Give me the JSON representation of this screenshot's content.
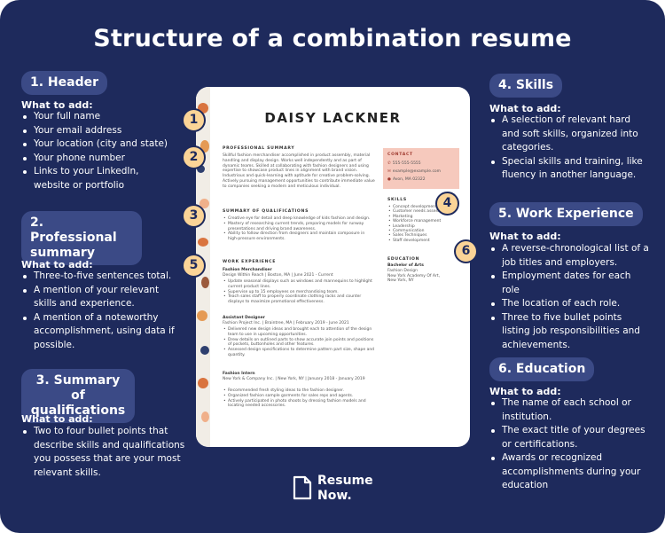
{
  "title": "Structure of a combination resume",
  "sections": {
    "header": {
      "heading": "1. Header",
      "what_label": "What to add:",
      "items": [
        "Your full name",
        "Your email address",
        "Your location (city and state)",
        "Your phone number",
        "Links to your LinkedIn, website or portfolio"
      ]
    },
    "summary": {
      "heading_line1": "2. Professional",
      "heading_line2": "summary",
      "what_label": "What to add:",
      "items": [
        "Three-to-five sentences total.",
        "A mention of your relevant skills and experience.",
        "A mention of a noteworthy accomplishment, using data if possible."
      ]
    },
    "qualifications": {
      "heading_line1": "3. Summary of",
      "heading_line2": "qualifications",
      "what_label": "What to add:",
      "items": [
        "Two to four bullet points that describe skills and qualifications you possess that are your most relevant skills."
      ]
    },
    "skills": {
      "heading": "4. Skills",
      "what_label": "What to add:",
      "items": [
        "A selection of relevant hard and soft skills, organized into categories.",
        "Special skills and training, like fluency in another language."
      ]
    },
    "work": {
      "heading": "5. Work Experience",
      "what_label": "What to add:",
      "items": [
        "A reverse-chronological list of a job titles and employers.",
        "Employment dates for each role",
        "The location of each role.",
        "Three to five bullet points listing job responsibilities and achievements."
      ]
    },
    "education": {
      "heading": "6. Education",
      "what_label": "What to add:",
      "items": [
        "The name of each school or institution.",
        "The exact title of your degrees or certifications.",
        "Awards or recognized accomplishments during your education"
      ]
    }
  },
  "markers": [
    "1",
    "2",
    "3",
    "4",
    "5",
    "6"
  ],
  "resume": {
    "name": "DAISY LACKNER",
    "summary_heading": "PROFESSIONAL SUMMARY",
    "summary_text": "Skillful fashion merchandiser accomplished in product assembly, material handling and display design. Works well independently and as part of dynamic teams. Skilled at collaborating with fashion designers and using expertise to showcase product lines in alignment with brand vision. Industrious and quick-learning with aptitude for creative problem-solving. Actively pursuing management opportunities to contribute immediate value to companies seeking a modern and meticulous individual.",
    "qual_heading": "SUMMARY OF QUALIFICATIONS",
    "qual_items": [
      "Creative eye for detail and deep knowledge of kids fashion and design.",
      "Mastery of researching current trends, preparing models for runway presentations and driving brand awareness.",
      "Ability to follow direction from designers and maintain composure in high-pressure environments."
    ],
    "work_heading": "WORK EXPERIENCE",
    "jobs": [
      {
        "title": "Fashion Merchandiser",
        "meta": "Design Within Reach | Boston, MA | June 2021 - Current",
        "bullets": [
          "Update seasonal displays such as windows and mannequins to highlight current product lines.",
          "Supervise up to 15 employees on merchandising team.",
          "Teach sales staff to properly coordinate clothing racks and counter displays to maximize promotional effectiveness."
        ]
      },
      {
        "title": "Assistant Designer",
        "meta": "Fashion Project Inc. | Braintree, MA | February 2019 - June 2021",
        "bullets": [
          "Delivered new design ideas and brought each to attention of the design team to use in upcoming opportunities.",
          "Drew details on outlined parts to show accurate join points and positions of pockets, buttonholes and other features.",
          "Assessed design specifications to determine pattern part size, shape and quantity."
        ]
      },
      {
        "title": "Fashion Intern",
        "meta": "New York & Company Inc. | New York, NY | January 2018 - January 2019",
        "bullets": [
          "Recommended fresh styling ideas to the fashion designer.",
          "Organized fashion sample garments for sales reps and agents.",
          "Actively participated in photo shoots by dressing fashion models and locating needed accessories."
        ]
      }
    ],
    "contact_heading": "CONTACT",
    "contact": {
      "phone": "555-555-5555",
      "email": "example@example.com",
      "location": "Avon, MA 02322"
    },
    "skills_heading": "SKILLS",
    "skills": [
      "Concept development",
      "Customer needs assessment",
      "Marketing",
      "Workforce management",
      "Leadership",
      "Communication",
      "Sales Techniques",
      "Staff development"
    ],
    "education_heading": "EDUCATION",
    "education": {
      "degree": "Bachelor of Arts",
      "field": "Fashion Design",
      "school": "New York Academy Of Art,",
      "location": "New York, NY"
    }
  },
  "logo": {
    "line1": "Resume",
    "line2": "Now."
  },
  "colors": {
    "background": "#1e2a5c",
    "pill": "#3b4a86",
    "marker": "#fbd497",
    "contact_box": "#f6c9bd"
  }
}
